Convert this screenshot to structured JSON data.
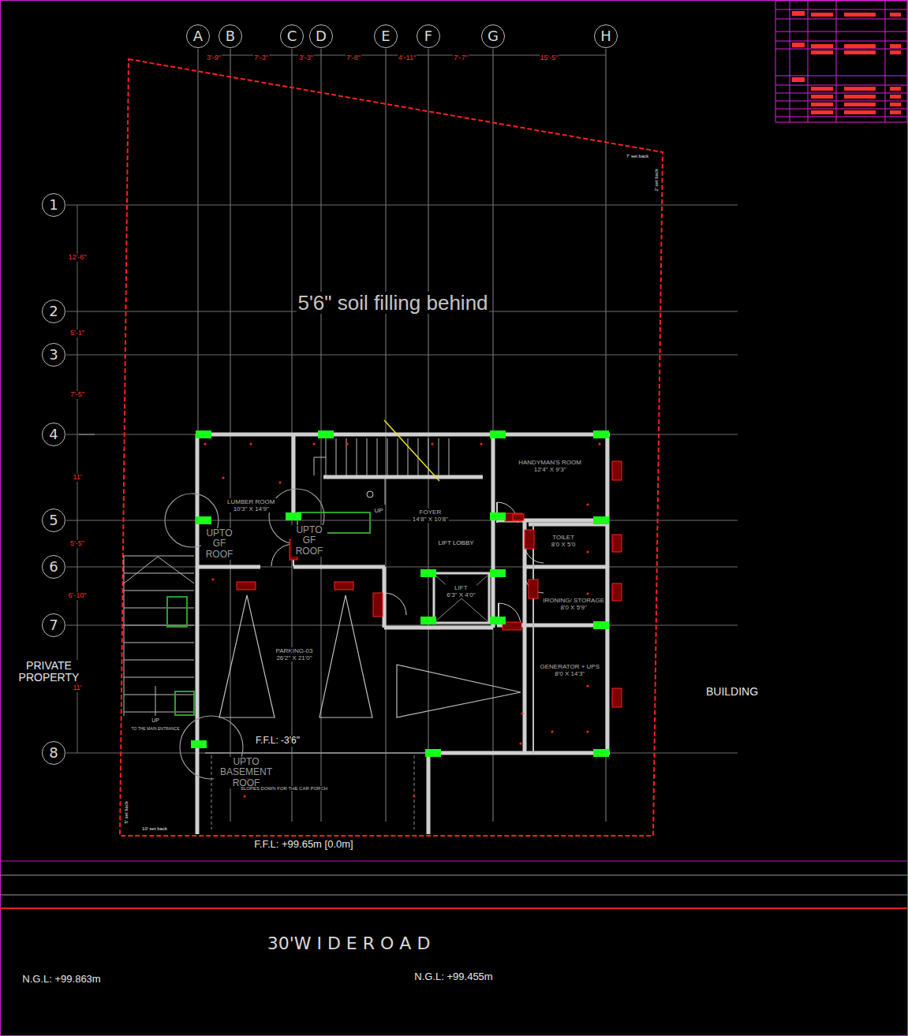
{
  "diagram": {
    "nodes": [
      {
        "text": [
          "A"
        ]
      },
      {
        "text": [
          "B"
        ]
      },
      {
        "text": [
          "C"
        ]
      },
      {
        "text": [
          "D"
        ]
      },
      {
        "text": [
          "E"
        ]
      },
      {
        "text": [
          "F"
        ]
      },
      {
        "text": [
          "G"
        ]
      },
      {
        "text": [
          "H"
        ]
      },
      {
        "text": [
          "1"
        ]
      },
      {
        "text": [
          "2"
        ]
      },
      {
        "text": [
          "3"
        ]
      },
      {
        "text": [
          "4"
        ]
      },
      {
        "text": [
          "5"
        ]
      },
      {
        "text": [
          "6"
        ]
      },
      {
        "text": [
          "7"
        ]
      },
      {
        "text": [
          "8"
        ]
      },
      {
        "text": [
          "HANDYMAN'S ROOM",
          "12'4\" X 9'3\""
        ]
      },
      {
        "text": [
          "LUMBER ROOM",
          "10'3\" X 14'9\""
        ]
      },
      {
        "text": [
          "FOYER",
          "14'8\" X 10'8\""
        ]
      },
      {
        "text": [
          "TOILET",
          "8'0 X 5'0"
        ]
      },
      {
        "text": [
          "LIFT",
          "6'3\" X 4'0\""
        ]
      },
      {
        "text": [
          "IRONING/ STORAGE",
          "8'0 X 5'9\""
        ]
      },
      {
        "text": [
          "PARKING-03",
          "26'2\" X 21'0\""
        ]
      },
      {
        "text": [
          "GENERATOR + UPS",
          "8'0 X 14'3\""
        ]
      }
    ],
    "labels": [
      "5'6\" soil filling behind",
      "3'-9\"",
      "7'-3\"",
      "3'-3\"",
      "7'-8\"",
      "4'-11\"",
      "7'-7\"",
      "15'-5\"",
      "12'-6\"",
      "5'-1\"",
      "7'-5\"",
      "11'",
      "5'-5\"",
      "6'-10\"",
      "11'",
      "7' set back",
      "2' set back",
      "PRIVATE PROPERTY",
      "BUILDING",
      "UPTO GF ROOF",
      "UPTO GF ROOF",
      "UPTO BASEMENT ROOF",
      "LIFT LOBBY",
      "UP",
      "UP",
      "TO THE MAIN ENTRANCE",
      "SLOPES DOWN FOR THE CAR PORCH",
      "F.F.L: -3'6\"",
      "F.F.L: +99.65m [0.0m]",
      "5' set back",
      "10' set back",
      "30'W I D E   R O A D",
      "N.G.L: +99.863m",
      "N.G.L: +99.455m"
    ]
  }
}
